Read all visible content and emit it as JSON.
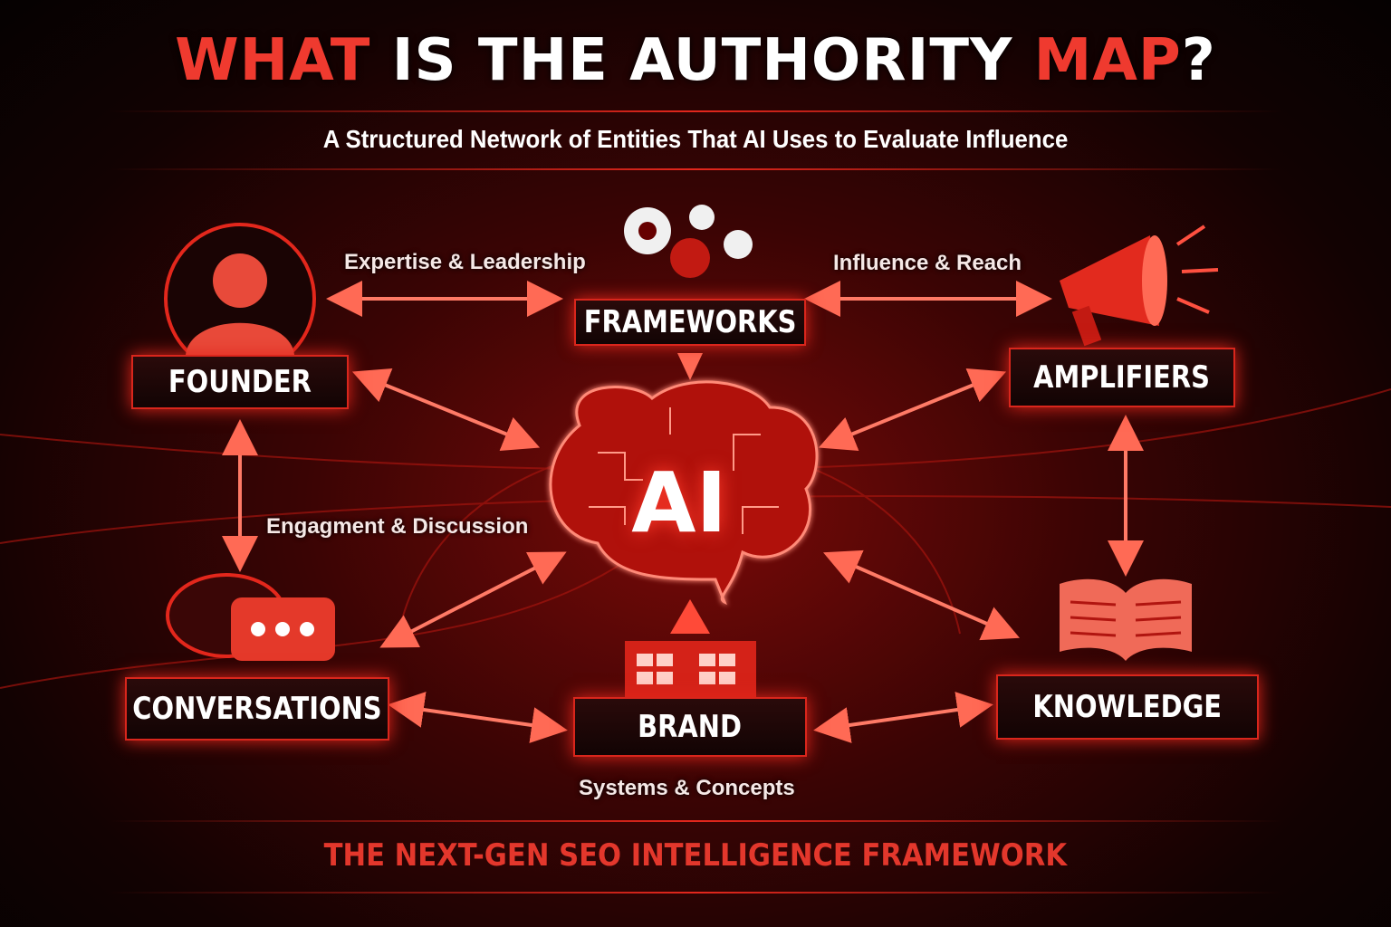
{
  "title": {
    "part1": "WHAT",
    "part2": " IS THE AUTHORITY ",
    "part3": "MAP",
    "part4": "?"
  },
  "subtitle": "A Structured Network of Entities That AI Uses to Evaluate Influence",
  "center": {
    "label": "AI",
    "icon": "brain-circuit-icon"
  },
  "nodes": {
    "founder": {
      "label": "FOUNDER",
      "icon": "person-icon"
    },
    "frameworks": {
      "label": "FRAMEWORKS",
      "icon": "gears-icon"
    },
    "amplifiers": {
      "label": "AMPLIFIERS",
      "icon": "megaphone-icon"
    },
    "conversations": {
      "label": "CONVERSATIONS",
      "icon": "chat-bubbles-icon"
    },
    "brand": {
      "label": "BRAND",
      "icon": "building-icon"
    },
    "knowledge": {
      "label": "KNOWLEDGE",
      "icon": "open-book-icon"
    }
  },
  "relations": {
    "expertise": "Expertise & Leadership",
    "influence": "Influence & Reach",
    "engagement": "Engagment & Discussion",
    "systems": "Systems & Concepts"
  },
  "footer": "THE NEXT-GEN SEO INTELLIGENCE FRAMEWORK",
  "colors": {
    "accent": "#e3271c",
    "background": "#0a0202"
  }
}
